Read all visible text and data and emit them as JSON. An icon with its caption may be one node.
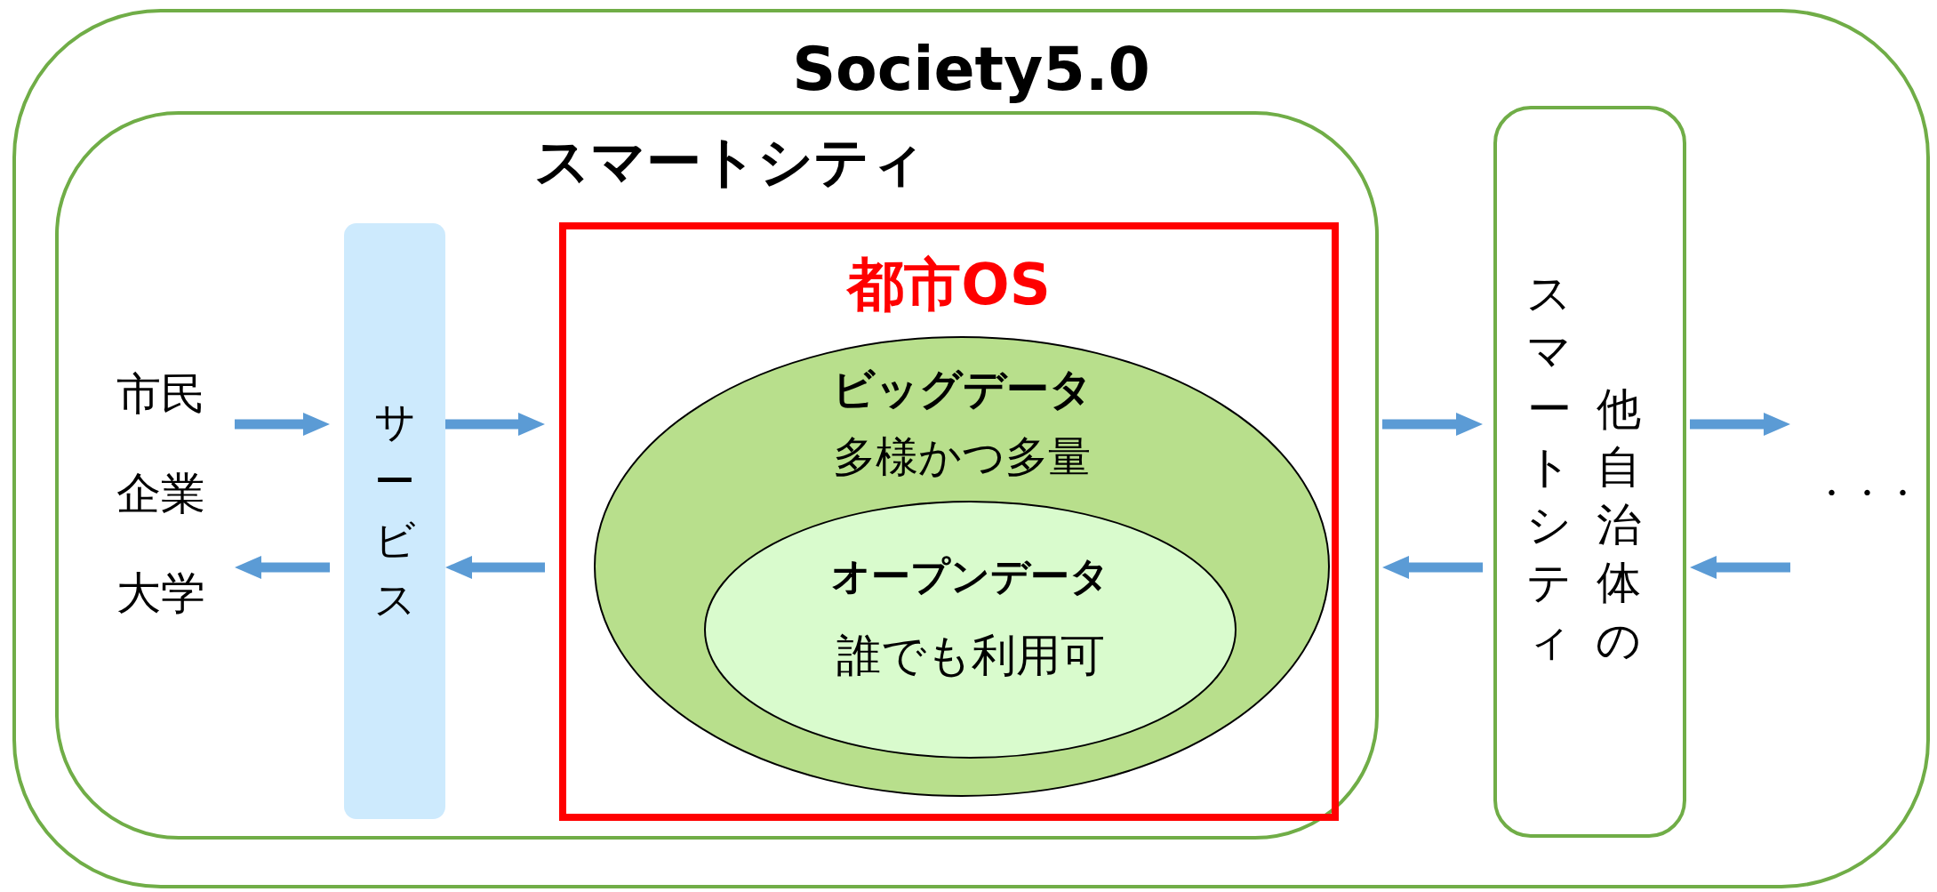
{
  "diagram": {
    "nodes": [
      {
        "text": [
          "Society5.0"
        ]
      },
      {
        "text": [
          "スマートシティ"
        ],
        "in": 0
      },
      {
        "text": [
          "市民",
          "企業",
          "大学"
        ],
        "in": 1
      },
      {
        "text": [
          "サービス"
        ],
        "in": 1
      },
      {
        "text": [
          "都市OS"
        ],
        "in": 1
      },
      {
        "text": [
          "ビッグデータ",
          "多様かつ多量"
        ],
        "in": 4
      },
      {
        "text": [
          "オープンデータ",
          "誰でも利用可"
        ],
        "in": 5
      },
      {
        "text": [
          "他自治体のスマートシティ"
        ],
        "in": 0
      },
      {
        "text": [
          "・・・"
        ],
        "in": 0
      }
    ],
    "edges": [
      {
        "from": 2,
        "to": 3,
        "arrow": "to"
      },
      {
        "from": 3,
        "to": 2,
        "arrow": "to"
      },
      {
        "from": 3,
        "to": 4,
        "arrow": "to"
      },
      {
        "from": 4,
        "to": 3,
        "arrow": "to"
      },
      {
        "from": 1,
        "to": 7,
        "arrow": "to"
      },
      {
        "from": 7,
        "to": 1,
        "arrow": "to"
      },
      {
        "from": 7,
        "to": 8,
        "arrow": "to"
      },
      {
        "from": 8,
        "to": 7,
        "arrow": "to"
      }
    ]
  }
}
